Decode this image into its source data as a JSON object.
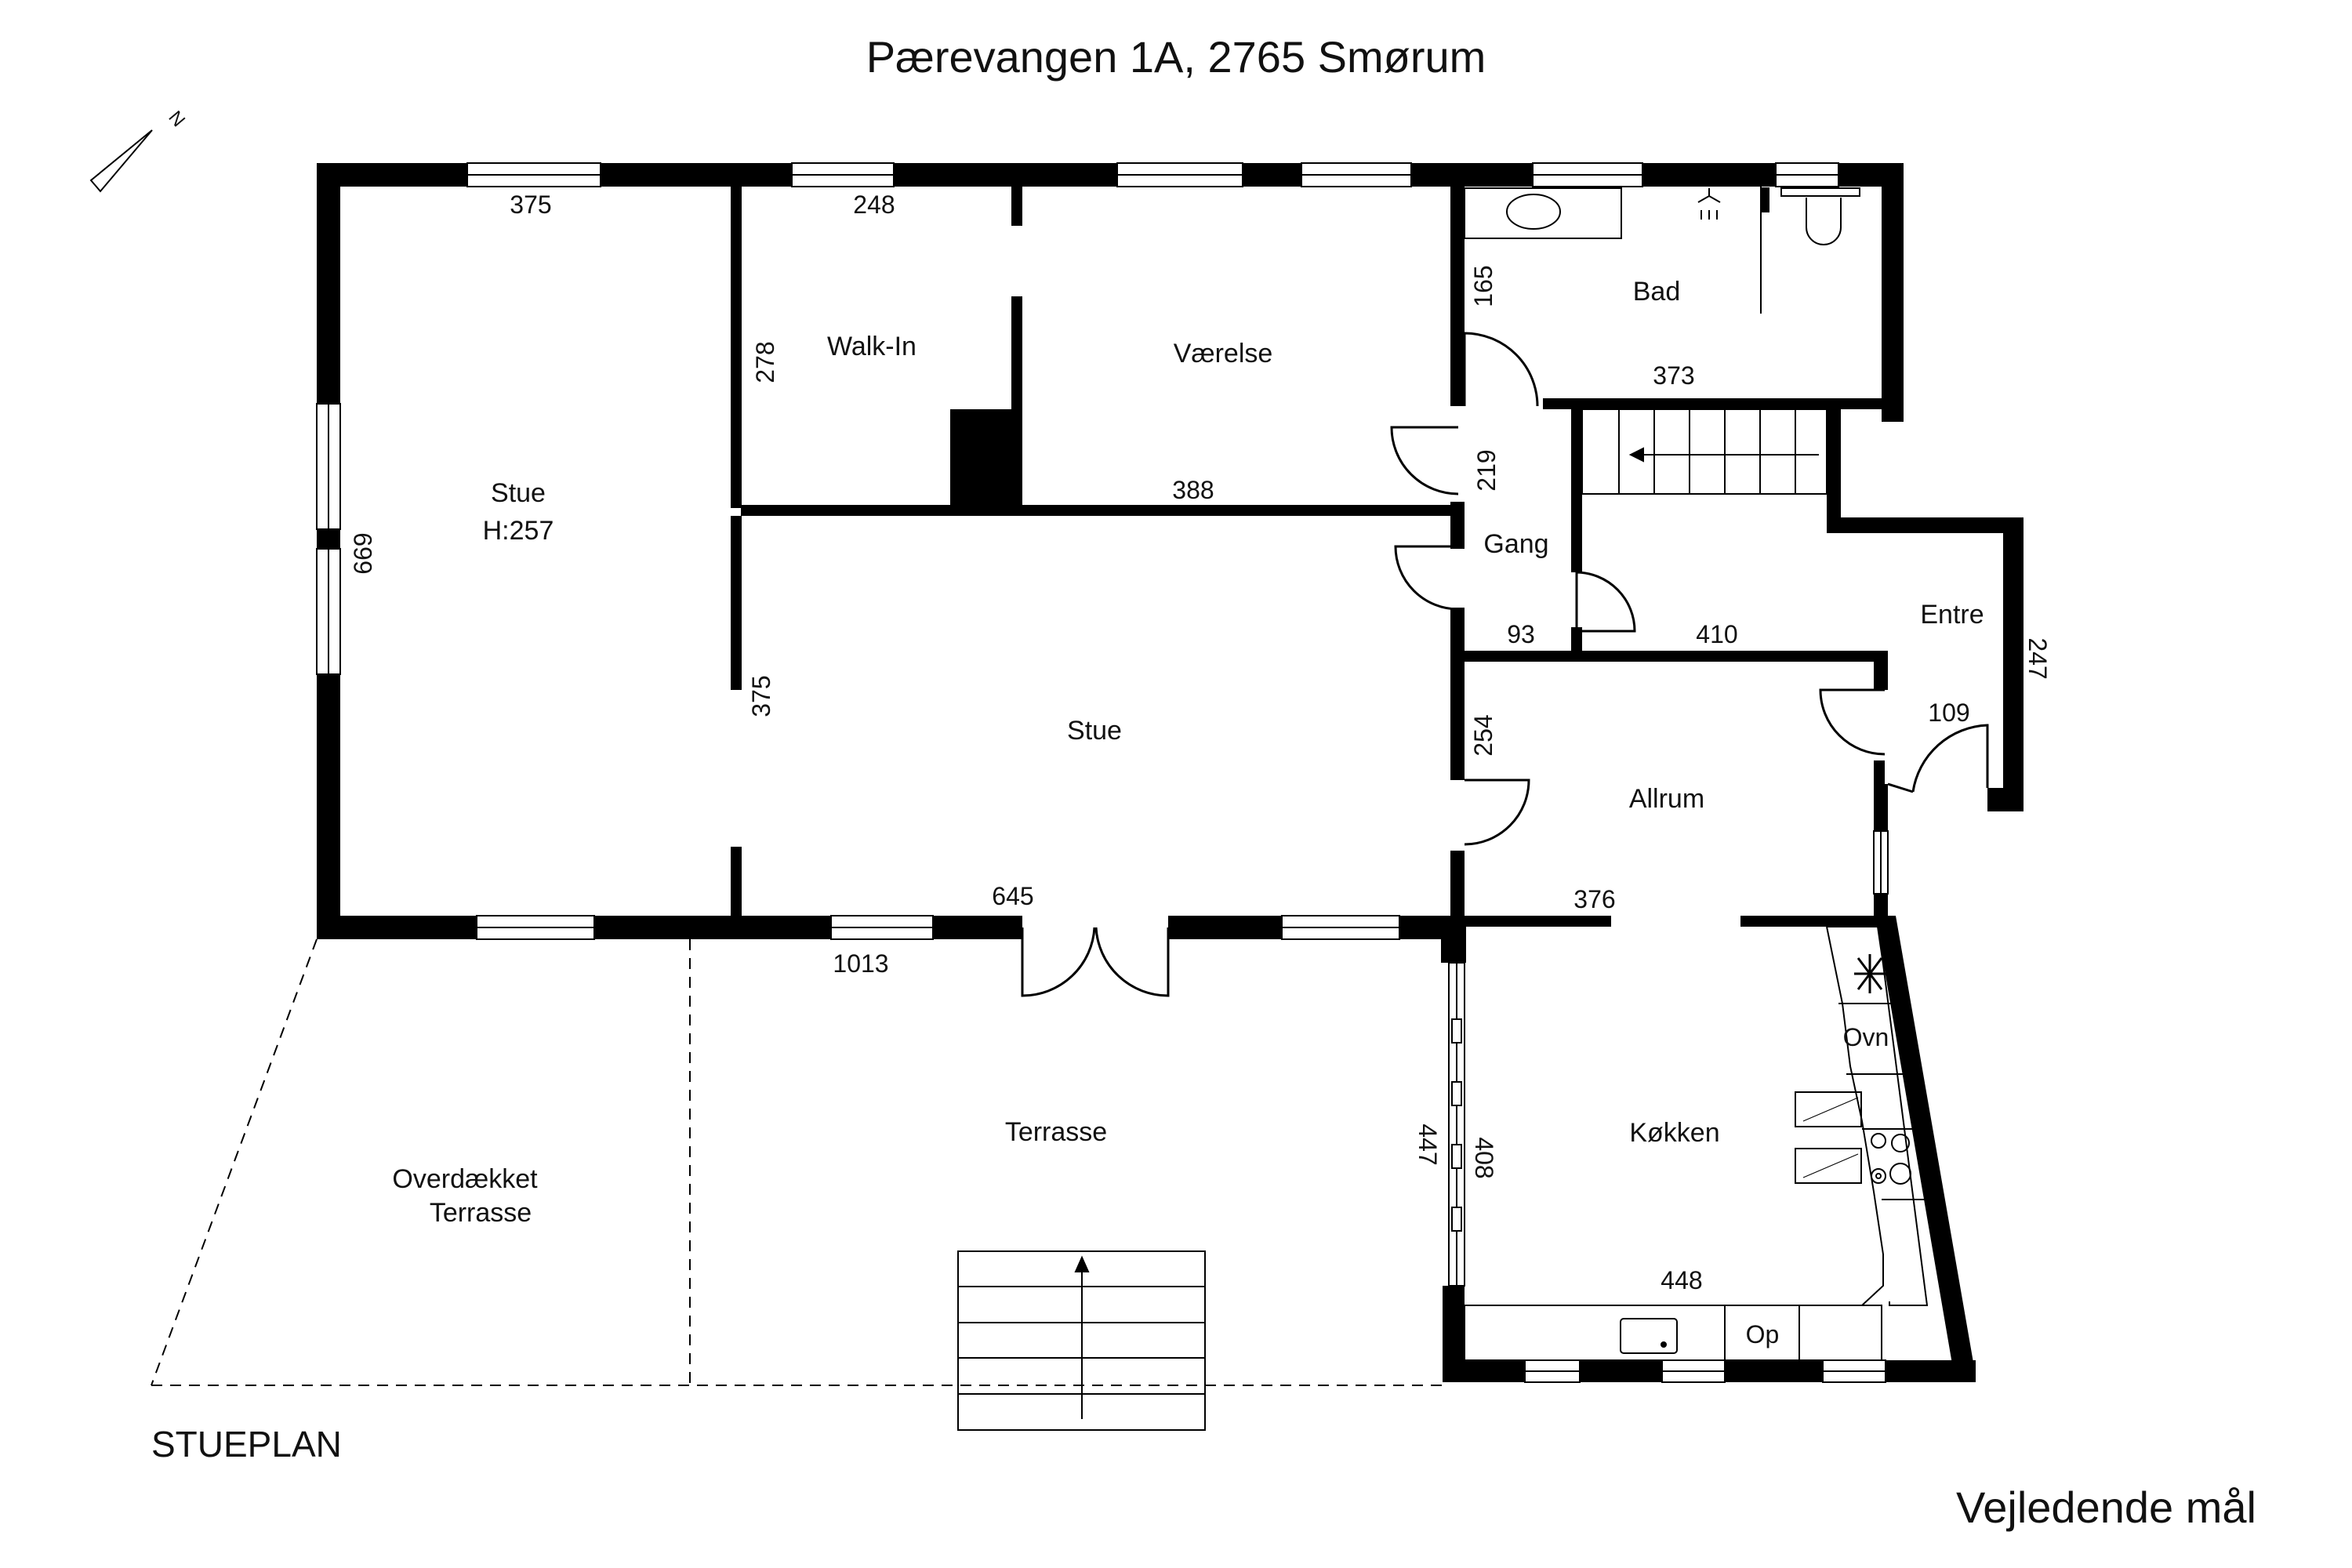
{
  "title": "Pærevangen 1A, 2765 Smørum",
  "floor_label": "STUEPLAN",
  "note": "Vejledende mål",
  "north_label": "N",
  "rooms": {
    "stue_main": "Stue",
    "stue_main_height": "H:257",
    "walk_in": "Walk-In",
    "vaerelse": "Værelse",
    "bad": "Bad",
    "gang": "Gang",
    "entre": "Entre",
    "stue_center": "Stue",
    "allrum": "Allrum",
    "koekken": "Køkken",
    "terrasse": "Terrasse",
    "overdaekket_line1": "Overdækket",
    "overdaekket_line2": "Terrasse"
  },
  "dimensions": {
    "stue_top": "375",
    "stue_left": "669",
    "walkin_top": "248",
    "walkin_side": "278",
    "vaerelse_bottom": "388",
    "bad_side": "165",
    "bad_bottom": "373",
    "gang_side": "219",
    "gang_bottom": "93",
    "stair_bottom": "410",
    "entre_side": "247",
    "entre_door": "109",
    "stue_center_side": "375",
    "stue_center_bottom": "645",
    "house_bottom": "1013",
    "allrum_side": "254",
    "allrum_bottom": "376",
    "koekken_outer_side": "447",
    "koekken_inner_side": "408",
    "koekken_bottom": "448"
  },
  "fixtures": {
    "oven": "Ovn",
    "dishwasher": "Op"
  },
  "colors": {
    "wall": "#000000",
    "background": "#ffffff"
  }
}
